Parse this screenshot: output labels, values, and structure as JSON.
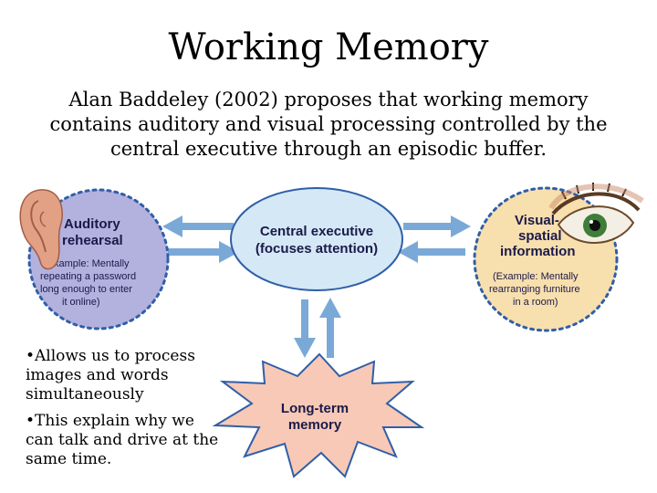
{
  "slide": {
    "title": "Working Memory",
    "intro": "Alan Baddeley (2002) proposes that working memory contains auditory and visual processing controlled by the central executive through an episodic buffer."
  },
  "diagram": {
    "auditory": {
      "title_line1": "Auditory",
      "title_line2": "rehearsal",
      "example_lines": [
        "(Example: Mentally",
        "repeating a password",
        "long enough to enter",
        "it online)"
      ],
      "icon": "ear-icon",
      "fill_color": "#b3b1de",
      "border_color": "#2f5fa8"
    },
    "central": {
      "line1": "Central executive",
      "line2": "(focuses attention)",
      "fill_color": "#d5e8f6",
      "border_color": "#2f5fa8"
    },
    "visual": {
      "title_line1": "Visual-",
      "title_line2": "spatial",
      "title_line3": "information",
      "example_lines": [
        "(Example: Mentally",
        "rearranging furniture",
        "in a room)"
      ],
      "icon": "eye-icon",
      "fill_color": "#f8dfae",
      "border_color": "#2f5fa8"
    },
    "longterm": {
      "line1": "Long-term",
      "line2": "memory",
      "fill_color": "#f8c9b6",
      "border_color": "#2f5fa8"
    },
    "arrow_color": "#7ba9d7"
  },
  "bullets": [
    "•Allows us to process images and words simultaneously",
    "•This explain why we can talk and drive at the same time."
  ]
}
